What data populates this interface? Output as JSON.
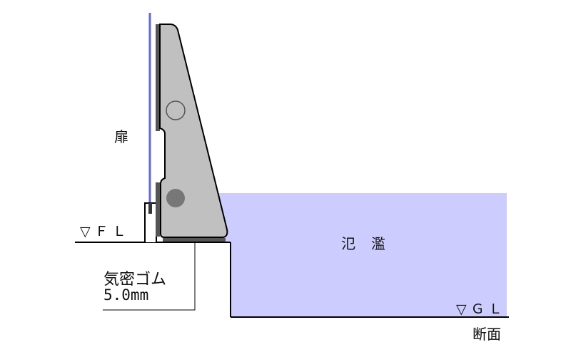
{
  "diagram": {
    "labels": {
      "door": "扉",
      "floor_level": "▽ＦＬ",
      "flood": "氾濫",
      "gasket": "気密ゴム",
      "gasket_thickness": "5.0mm",
      "ground_level": "▽ＧＬ",
      "section": "断面"
    },
    "colors": {
      "flood_water": "#ccccff",
      "door_body": "#c0c0c0",
      "gasket": "#555555",
      "handle_filled": "#777777",
      "door_edge_line": "#6666dd",
      "outline": "#000000"
    }
  }
}
